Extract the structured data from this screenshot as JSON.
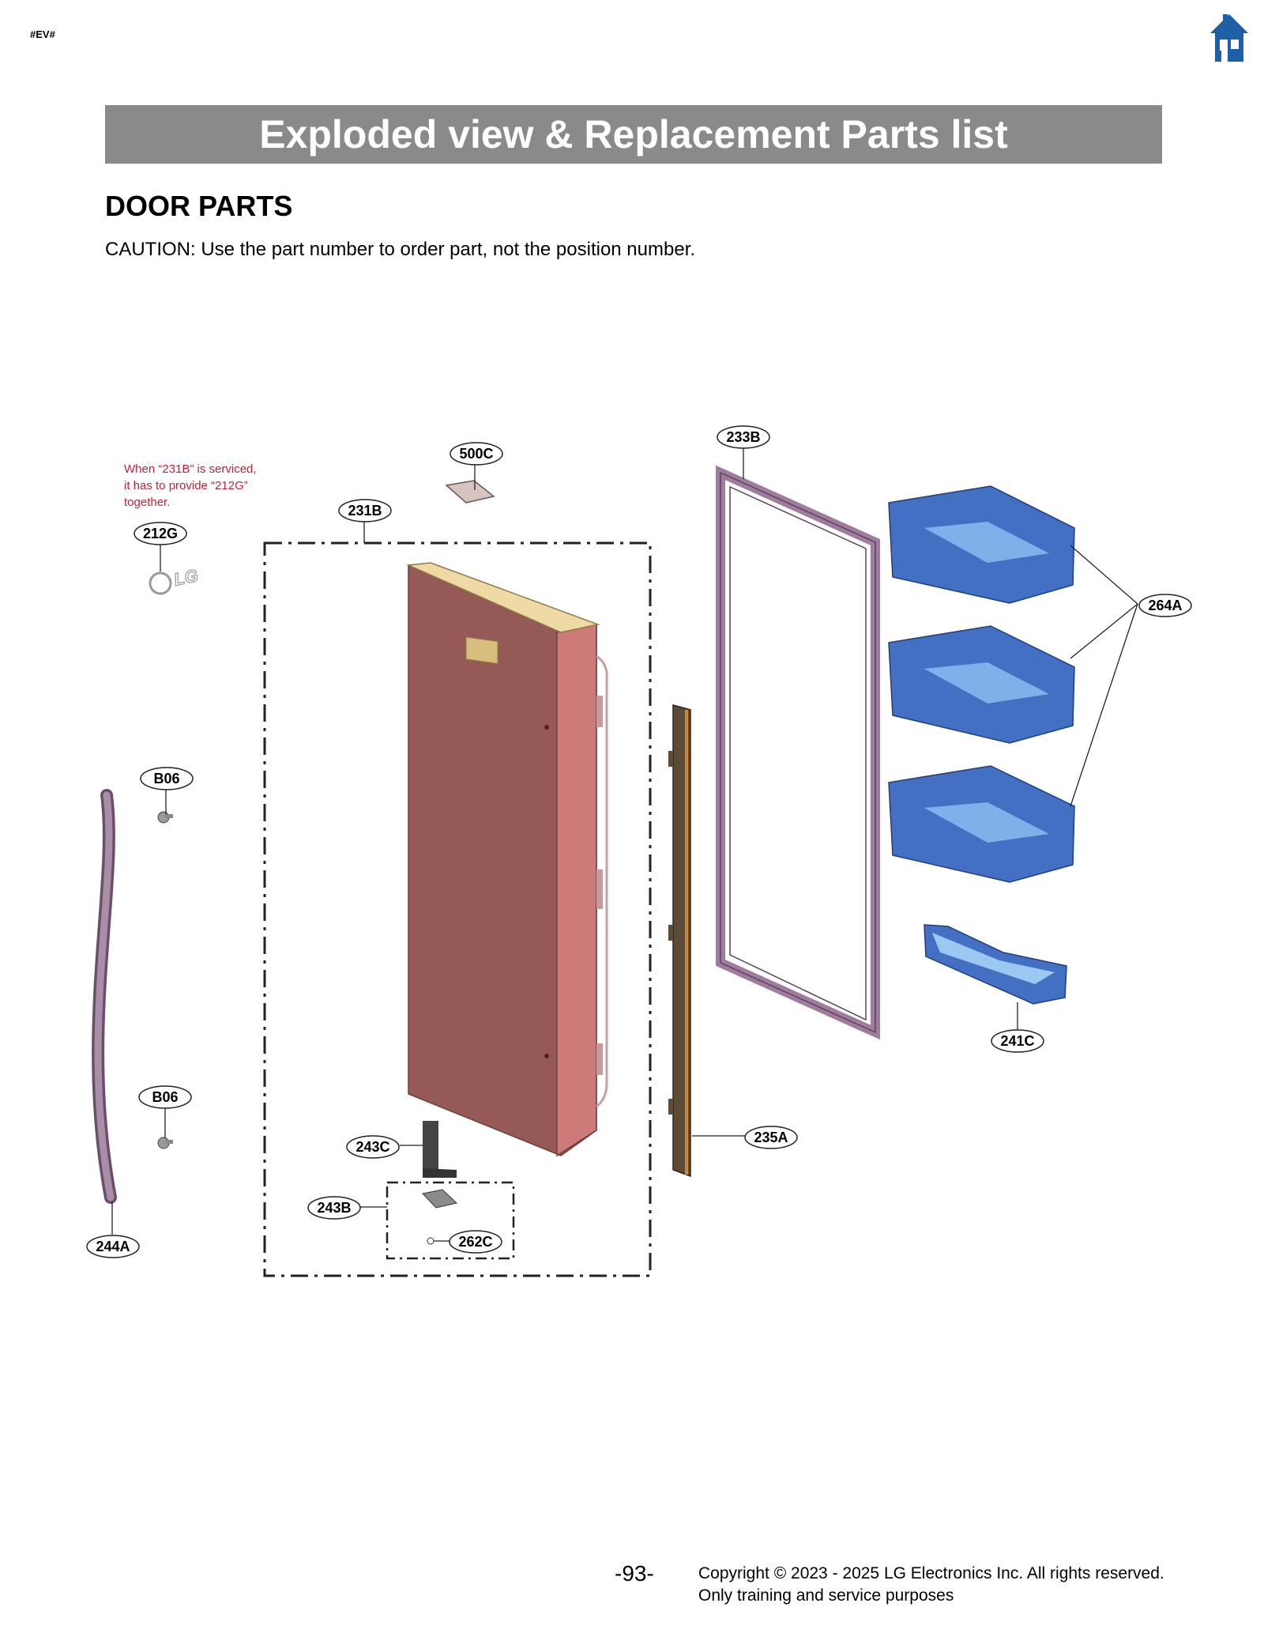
{
  "header": {
    "tag": "#EV#",
    "home_icon": "home-icon",
    "icon_color": "#1f5fa8"
  },
  "banner": {
    "title": "Exploded view & Replacement Parts list",
    "bg_color": "#8a8a8a"
  },
  "section": {
    "title": "DOOR PARTS",
    "caution": "CAUTION: Use the part number to order part, not the position number."
  },
  "diagram": {
    "note": [
      "When “231B” is serviced,",
      "it has to provide “212G”",
      "together."
    ],
    "logo_text": "LG",
    "callouts": {
      "c500C": "500C",
      "c233B": "233B",
      "c231B": "231B",
      "c212G": "212G",
      "c264A": "264A",
      "c241C": "241C",
      "cB06a": "B06",
      "cB06b": "B06",
      "c243C": "243C",
      "c243B": "243B",
      "c262C": "262C",
      "c235A": "235A",
      "c244A": "244A"
    },
    "colors": {
      "door": "#955956",
      "door_side": "#cc7b78",
      "gasket": "#9f7c9d",
      "handle": "#8e6f8d",
      "bin": "#4470c4",
      "bin_inner": "#7eb1ea"
    }
  },
  "footer": {
    "page_number": "-93-",
    "copyright": "Copyright © 2023 - 2025 LG Electronics Inc. All rights reserved.",
    "purpose": "Only training and service purposes"
  }
}
